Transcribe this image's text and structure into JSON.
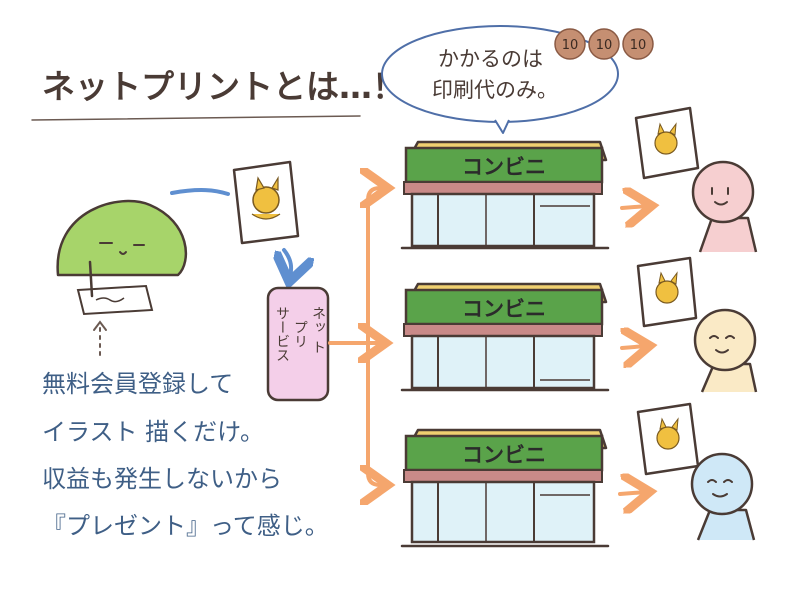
{
  "title": "ネットプリントとは…！",
  "speech_bubble": {
    "line1": "かかるのは",
    "line2": "印刷代のみ。"
  },
  "coins": [
    "10",
    "10",
    "10"
  ],
  "service_box": {
    "col1": "ネッ",
    "col1b": "ト",
    "col2": "プリ",
    "col3": "サービス"
  },
  "store_sign": "コンビニ",
  "caption": [
    "無料会員登録して",
    "イラスト 描くだけ。",
    "収益も発生しないから",
    "『プレゼント』って感じ。"
  ],
  "colors": {
    "store_sign_green": "#5aa34a",
    "store_roof": "#f0d070",
    "store_band": "#c98a88",
    "store_glass": "#dff2f8",
    "arrow_orange": "#f5a66d",
    "arrow_blue": "#5f8fd0",
    "coin": "#c58f72",
    "service_pink": "#f4cfe9",
    "blob_green": "#a7d46a",
    "person_pink": "#f6cfd0",
    "person_yellow": "#faeac6",
    "person_blue": "#cfe8f7",
    "outline": "#4a3b35"
  }
}
